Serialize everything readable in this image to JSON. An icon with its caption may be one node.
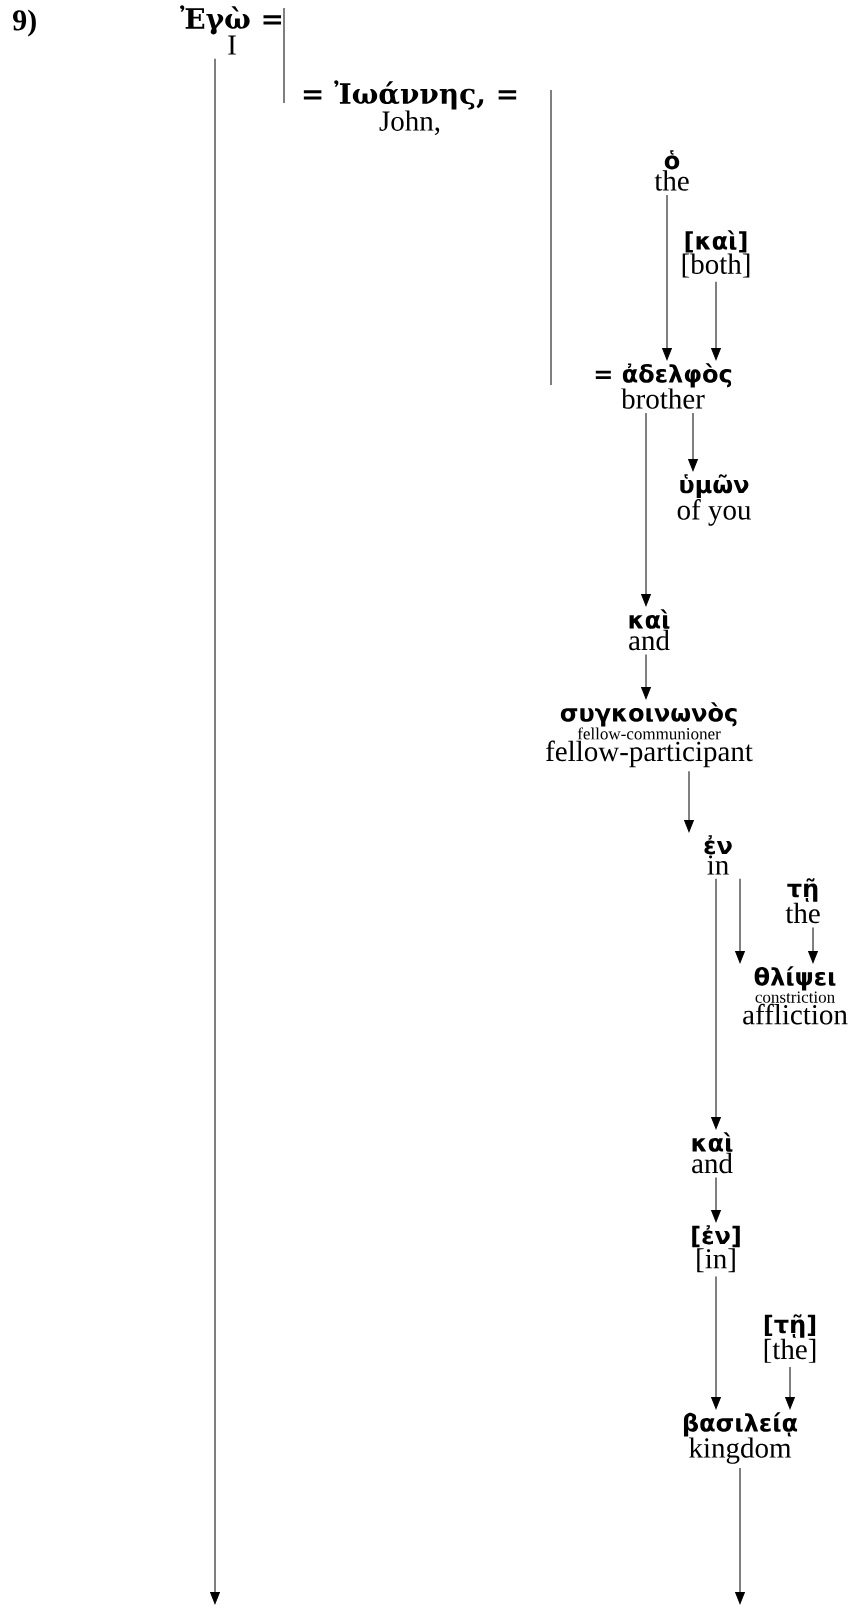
{
  "diagram": {
    "nodes": [
      {
        "text": [
          "Ἐγὼ =",
          "I"
        ]
      },
      {
        "text": [
          "= Ἰωάννης, =",
          "John,"
        ]
      },
      {
        "text": [
          "ὁ",
          "the"
        ]
      },
      {
        "text": [
          "[καὶ]",
          "[both]"
        ]
      },
      {
        "text": [
          "= ἀδελφὸς",
          "brother"
        ]
      },
      {
        "text": [
          "ὑμῶν",
          "of you"
        ]
      },
      {
        "text": [
          "καὶ",
          "and"
        ]
      },
      {
        "text": [
          "συγκοινωνὸς",
          "fellow-communioner",
          "fellow-participant"
        ]
      },
      {
        "text": [
          "ἐν",
          "in"
        ]
      },
      {
        "text": [
          "τῇ",
          "the"
        ]
      },
      {
        "text": [
          "θλίψει",
          "constriction",
          "affliction"
        ]
      },
      {
        "text": [
          "καὶ",
          "and"
        ]
      },
      {
        "text": [
          "[ἐν]",
          "[in]"
        ]
      },
      {
        "text": [
          "[τῇ]",
          "[the]"
        ]
      },
      {
        "text": [
          "βασιλείᾳ",
          "kingdom"
        ]
      }
    ],
    "edges": [
      {
        "from": 0,
        "to": null,
        "arrow": "to"
      },
      {
        "from": 2,
        "to": 4,
        "arrow": "to"
      },
      {
        "from": 3,
        "to": 4,
        "arrow": "to"
      },
      {
        "from": 4,
        "to": 5,
        "arrow": "to"
      },
      {
        "from": 4,
        "to": 6,
        "arrow": "to"
      },
      {
        "from": 6,
        "to": 7,
        "arrow": "to"
      },
      {
        "from": 7,
        "to": 8,
        "arrow": "to"
      },
      {
        "from": 8,
        "to": 11,
        "arrow": "to"
      },
      {
        "from": 8,
        "to": 10,
        "arrow": "to"
      },
      {
        "from": 9,
        "to": 10,
        "arrow": "to"
      },
      {
        "from": 11,
        "to": 12,
        "arrow": "to"
      },
      {
        "from": 12,
        "to": 14,
        "arrow": "to"
      },
      {
        "from": 13,
        "to": 14,
        "arrow": "to"
      },
      {
        "from": 14,
        "to": null,
        "arrow": "to"
      }
    ],
    "labels": [
      "9)"
    ]
  }
}
